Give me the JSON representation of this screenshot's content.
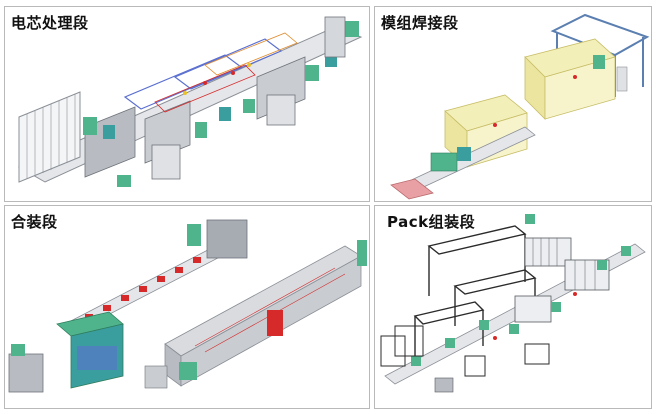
{
  "panels": [
    {
      "id": "cell-processing",
      "label": "电芯处理段"
    },
    {
      "id": "module-welding",
      "label": "模组焊接段"
    },
    {
      "id": "assembly",
      "label": "合装段"
    },
    {
      "id": "pack-assembly",
      "label": "Pack组装段"
    }
  ],
  "colors": {
    "frame_gray": "#8a8f96",
    "machine_green": "#4fb48c",
    "machine_teal": "#3a9e9e",
    "guard_blue": "#5a6fd0",
    "light_yellow": "#f3efb8",
    "accent_red": "#d62a2a",
    "enclosure_gray": "#c9ccd1",
    "black_frame": "#2b2b2b",
    "pink_conveyor": "#e9a0a4"
  }
}
